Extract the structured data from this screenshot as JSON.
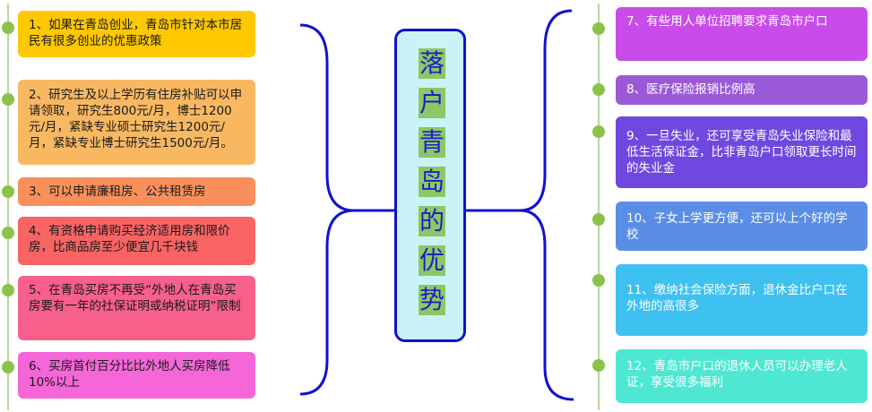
{
  "title_chars": [
    "落",
    "户",
    "青",
    "岛",
    "的",
    "优",
    "势"
  ],
  "left_items": [
    {
      "text": "1、如果在青岛创业，青岛市针对本市居民有很多创业的优惠政策",
      "color": "#ffc800"
    },
    {
      "text": "2、研究生及以上学历有住房补贴可以申请领取，研究生800元/月，博士1200元/月，紧缺专业硕士研究生1200元/月，紧缺专业博士研究生1500元/月。",
      "color": "#f8b862"
    },
    {
      "text": "3、可以申请廉租房、公共租赁房",
      "color": "#f9905c"
    },
    {
      "text": "4、有资格申请购买经济适用房和限价房，比商品房至少便宜几千块钱",
      "color": "#f86464"
    },
    {
      "text": "5、在青岛买房不再受“外地人在青岛买房要有一年的社保证明或纳税证明”限制",
      "color": "#f7608a"
    },
    {
      "text": "6、买房首付百分比比外地人买房降低10%以上",
      "color": "#f566d8"
    }
  ],
  "right_items": [
    {
      "text": "7、有些用人单位招聘要求青岛市户口",
      "color": "#c94ce8"
    },
    {
      "text": "8、医疗保险报销比例高",
      "color": "#9a5ad8"
    },
    {
      "text": "9、一旦失业，还可享受青岛失业保险和最低生活保证金，比非青岛户口领取更长时间的失业金",
      "color": "#7048e0"
    },
    {
      "text": "10、子女上学更方便，还可以上个好的学校",
      "color": "#5a8ee6"
    },
    {
      "text": "11、缴纳社会保险方面，退休金比户口在外地的高很多",
      "color": "#3ec0f0"
    },
    {
      "text": "12、青岛市户口的退休人员可以办理老人证，享受很多福利",
      "color": "#4ee8d2"
    }
  ],
  "colors": {
    "brace": "#1212cc",
    "connector": "#8bc34a",
    "title_bg": "#8cc866",
    "title_text": "#1e1ec8",
    "center_bg": "#c9f3f7"
  }
}
